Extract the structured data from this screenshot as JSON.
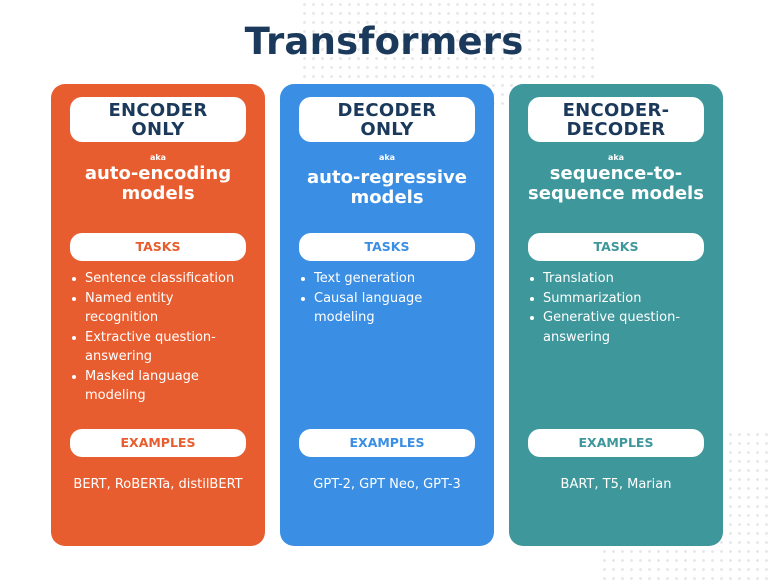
{
  "title": "Transformers",
  "columns": [
    {
      "head_lines": [
        "ENCODER",
        "ONLY"
      ],
      "aka": "aka",
      "aka_lines": [
        "auto-encoding",
        "models"
      ],
      "tasks_label": "TASKS",
      "tasks": [
        [
          "Sentence classification"
        ],
        [
          "Named entity",
          "recognition"
        ],
        [
          "Extractive question-",
          "answering"
        ],
        [
          "Masked language",
          "modeling"
        ]
      ],
      "examples_label": "EXAMPLES",
      "examples": "BERT, RoBERTa, distilBERT",
      "color": "#e85d2f"
    },
    {
      "head_lines": [
        "DECODER",
        "ONLY"
      ],
      "aka": "aka",
      "aka_lines": [
        "auto-regressive",
        "models"
      ],
      "tasks_label": "TASKS",
      "tasks": [
        [
          "Text generation"
        ],
        [
          "Causal language",
          "modeling"
        ]
      ],
      "examples_label": "EXAMPLES",
      "examples": "GPT-2, GPT Neo, GPT-3",
      "color": "#3a8ee3"
    },
    {
      "head_lines": [
        "ENCODER-",
        "DECODER"
      ],
      "aka": "aka",
      "aka_lines": [
        "sequence-to-",
        "sequence models"
      ],
      "tasks_label": "TASKS",
      "tasks": [
        [
          "Translation"
        ],
        [
          "Summarization"
        ],
        [
          "Generative question-",
          "answering"
        ]
      ],
      "examples_label": "EXAMPLES",
      "examples": "BART, T5, Marian",
      "color": "#3e979b"
    }
  ],
  "colors": {
    "title": "#1b3a5b",
    "background": "#ffffff"
  }
}
